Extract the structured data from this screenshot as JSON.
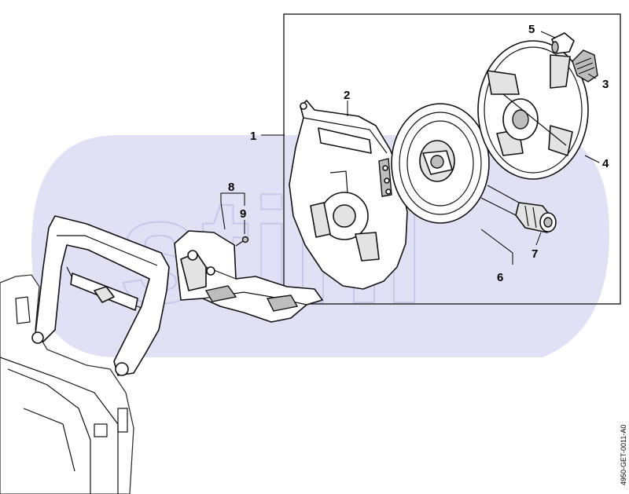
{
  "document_id": "4950-GET-0011-A0",
  "watermark": "stihl",
  "callouts": {
    "c1": "1",
    "c2": "2",
    "c3": "3",
    "c4": "4",
    "c5": "5",
    "c6": "6",
    "c7": "7",
    "c8": "8",
    "c9": "9"
  },
  "colors": {
    "watermark_band": "#e1e1f5",
    "watermark_text": "#c8c8e8",
    "line": "#111111"
  }
}
